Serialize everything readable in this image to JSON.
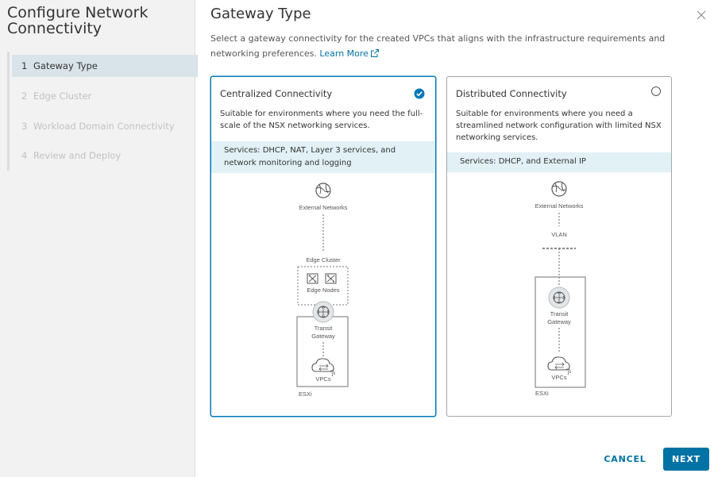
{
  "wizard": {
    "title": "Configure Network Connectivity",
    "steps": [
      {
        "num": "1",
        "label": "Gateway Type"
      },
      {
        "num": "2",
        "label": "Edge Cluster"
      },
      {
        "num": "3",
        "label": "Workload Domain Connectivity"
      },
      {
        "num": "4",
        "label": "Review and Deploy"
      }
    ],
    "active_step": 1
  },
  "header": {
    "title": "Gateway Type",
    "description": "Select a gateway connectivity for the created VPCs that aligns with the infrastructure requirements and networking preferences.",
    "learn_more": "Learn More"
  },
  "cards": {
    "centralized": {
      "title": "Centralized Connectivity",
      "selected": true,
      "description": "Suitable for environments where you need the full-scale of the NSX networking services.",
      "services": "Services: DHCP, NAT, Layer 3 services, and network monitoring and logging",
      "diagram": {
        "external": "External Networks",
        "edge_cluster": "Edge Cluster",
        "edge_nodes": "Edge Nodes",
        "transit_1": "Transit",
        "transit_2": "Gateway",
        "vpcs": "VPCs",
        "esxi": "ESXi"
      }
    },
    "distributed": {
      "title": "Distributed Connectivity",
      "selected": false,
      "description": "Suitable for environments where you need a streamlined network configuration with limited NSX networking services.",
      "services": "Services: DHCP, and External IP",
      "diagram": {
        "external": "External Networks",
        "vlan": "VLAN",
        "transit_1": "Transit",
        "transit_2": "Gateway",
        "vpcs": "VPCs",
        "esxi": "ESXi"
      }
    }
  },
  "footer": {
    "cancel": "CANCEL",
    "next": "NEXT"
  },
  "colors": {
    "accent": "#0072a3",
    "selected_border": "#0079b8",
    "services_bg": "#e1f1f6",
    "sidebar_bg": "#f2f2f2",
    "active_step_bg": "#d9e4ea"
  },
  "icons": {
    "close": "close-icon",
    "external_link": "external-link-icon",
    "check": "check-circle-icon",
    "globe": "globe-icon",
    "router": "router-icon",
    "cloud": "cloud-icon",
    "edge_node": "edge-node-icon"
  }
}
